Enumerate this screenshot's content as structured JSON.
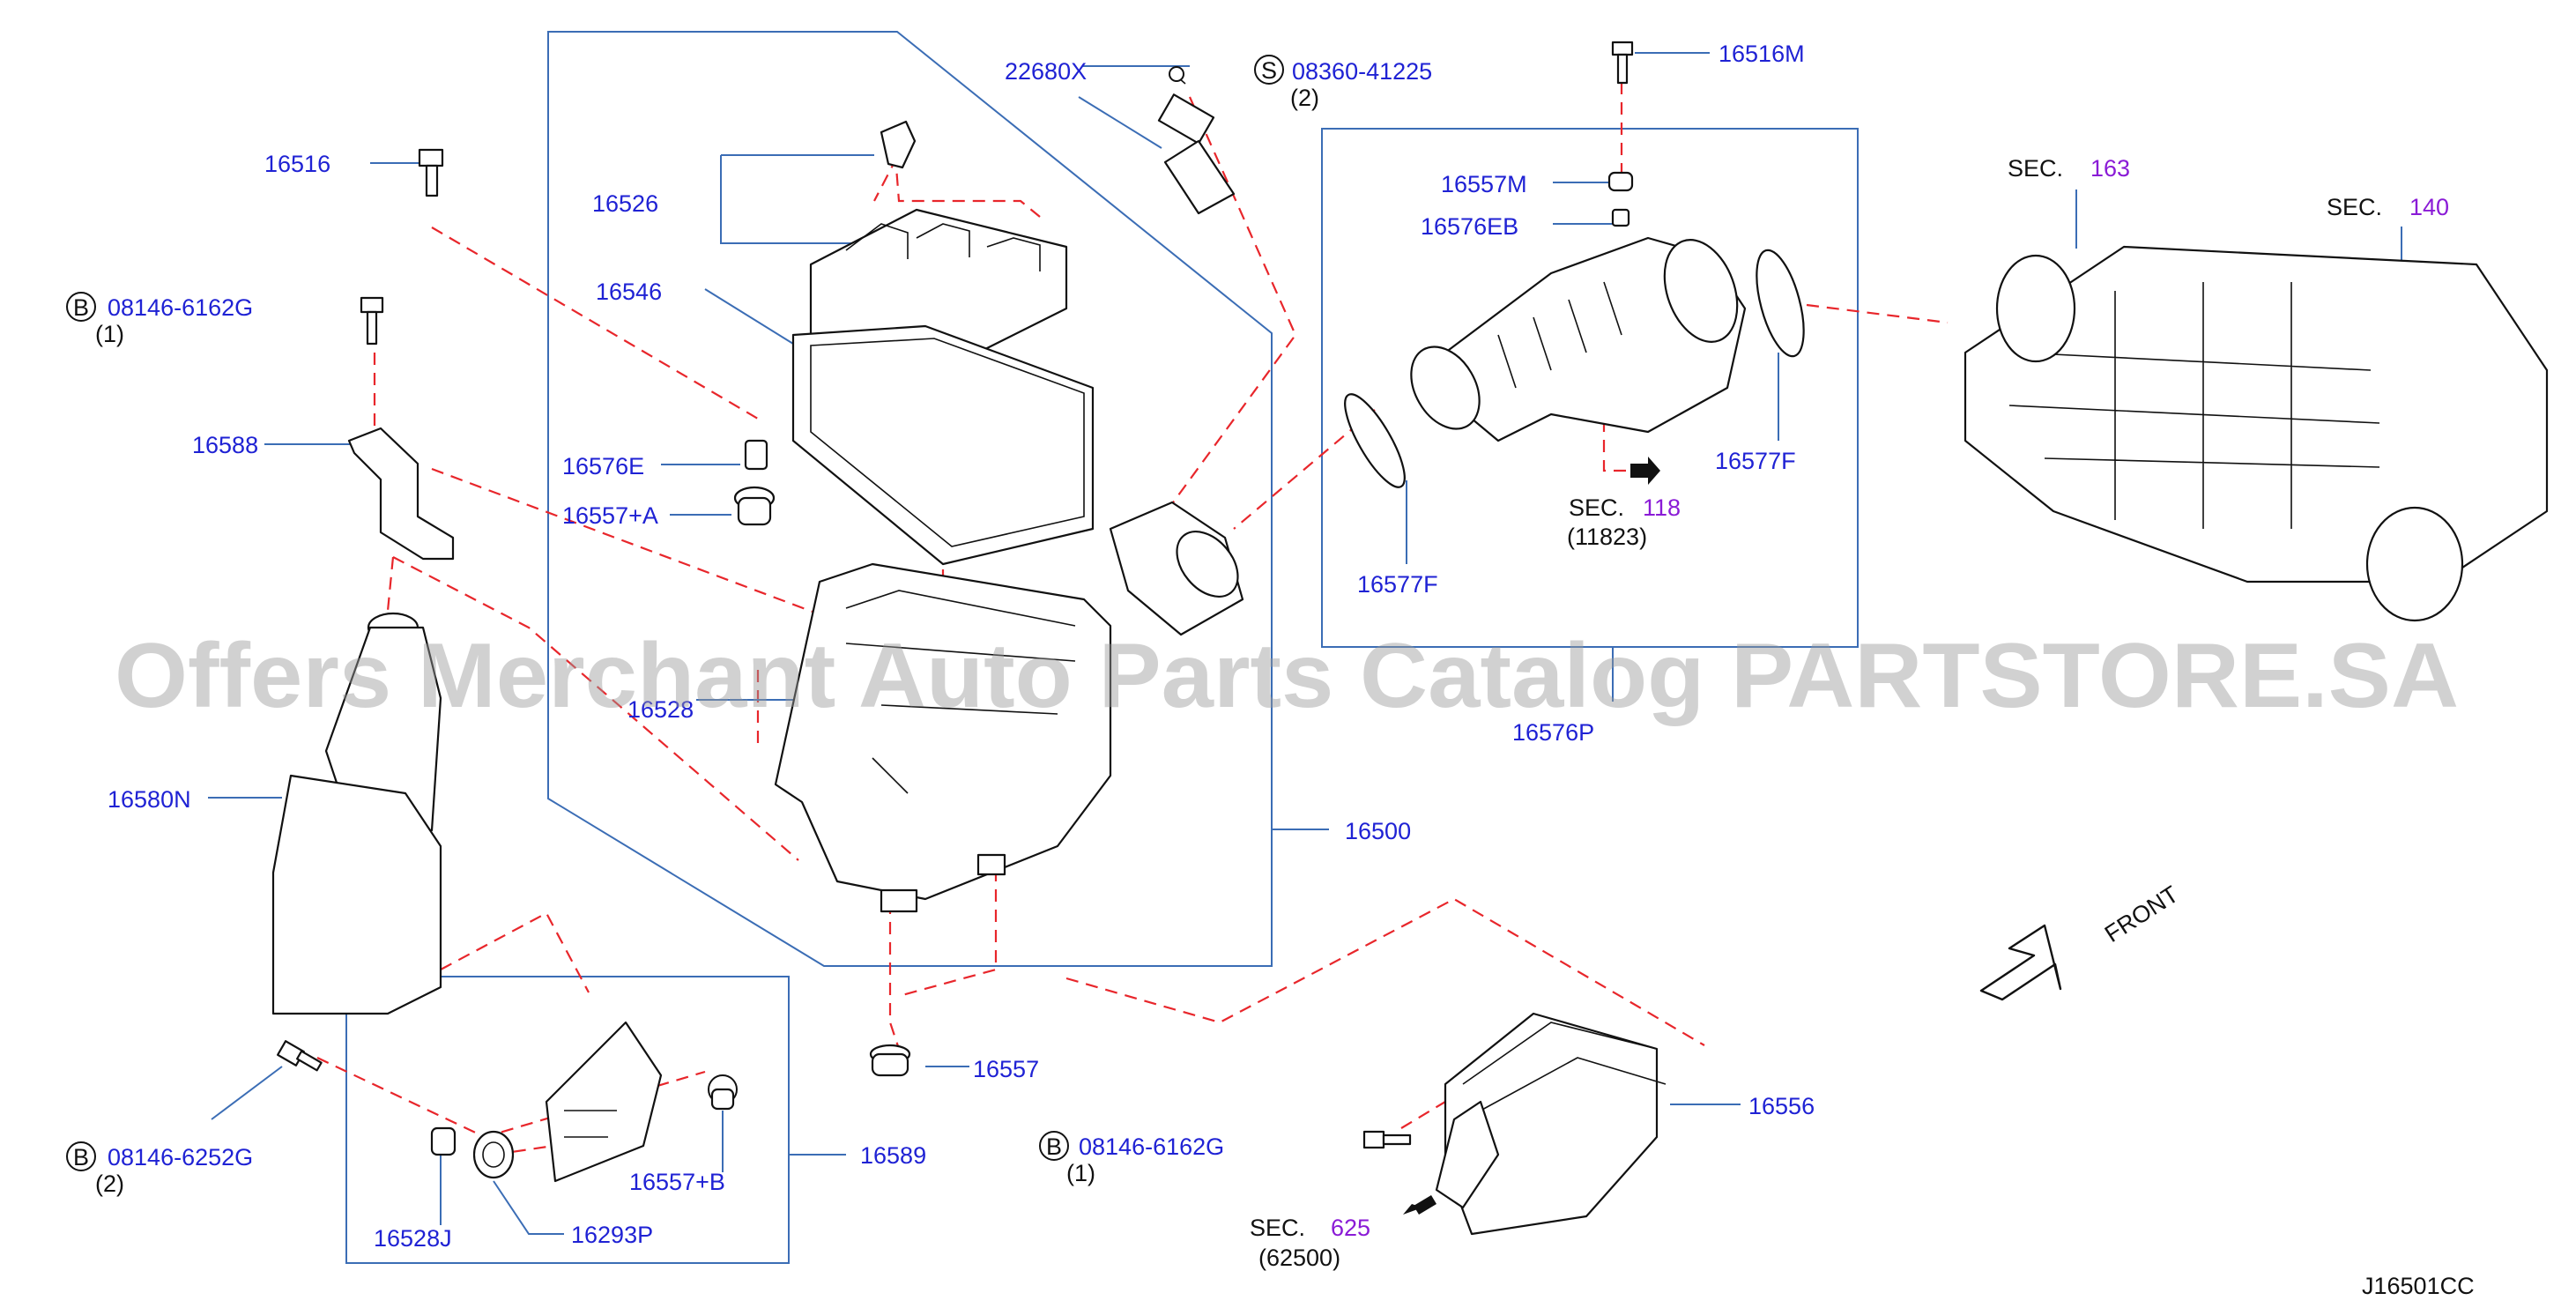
{
  "diagram_code": "J16501CC",
  "watermark": "Offers Merchant Auto Parts Catalog PARTSTORE.SA",
  "front_label": "FRONT",
  "colors": {
    "label": "#1f22d4",
    "section_number": "#8a1bd6",
    "dashed_line": "#e8262b",
    "frame": "#3b6db5"
  },
  "labels": {
    "p22680X": "22680X",
    "p08360": "08360-41225",
    "q08360": "(2)",
    "s08360": "S",
    "p16516M": "16516M",
    "p16516": "16516",
    "p16526": "16526",
    "p16557M": "16557M",
    "p16576EB": "16576EB",
    "b08146a": "B",
    "p08146a": "08146-6162G",
    "q08146a": "(1)",
    "p16546": "16546",
    "p16588": "16588",
    "p16576E": "16576E",
    "p16557A": "16557+A",
    "p16528": "16528",
    "p16580N": "16580N",
    "p16500": "16500",
    "p16577F_left": "16577F",
    "p16577F_right": "16577F",
    "p16576P": "16576P",
    "p16557": "16557",
    "b08146b": "B",
    "p08146b": "08146-6252G",
    "q08146b": "(2)",
    "p16589": "16589",
    "p16557B": "16557+B",
    "p16528J": "16528J",
    "p16293P": "16293P",
    "b08146c": "B",
    "p08146c": "08146-6162G",
    "q08146c": "(1)",
    "p16556": "16556"
  },
  "sections": {
    "s118": {
      "prefix": "SEC.",
      "number": "118",
      "ref": "(11823)"
    },
    "s163": {
      "prefix": "SEC.",
      "number": "163"
    },
    "s140": {
      "prefix": "SEC.",
      "number": "140"
    },
    "s625": {
      "prefix": "SEC.",
      "number": "625",
      "ref": "(62500)"
    }
  }
}
